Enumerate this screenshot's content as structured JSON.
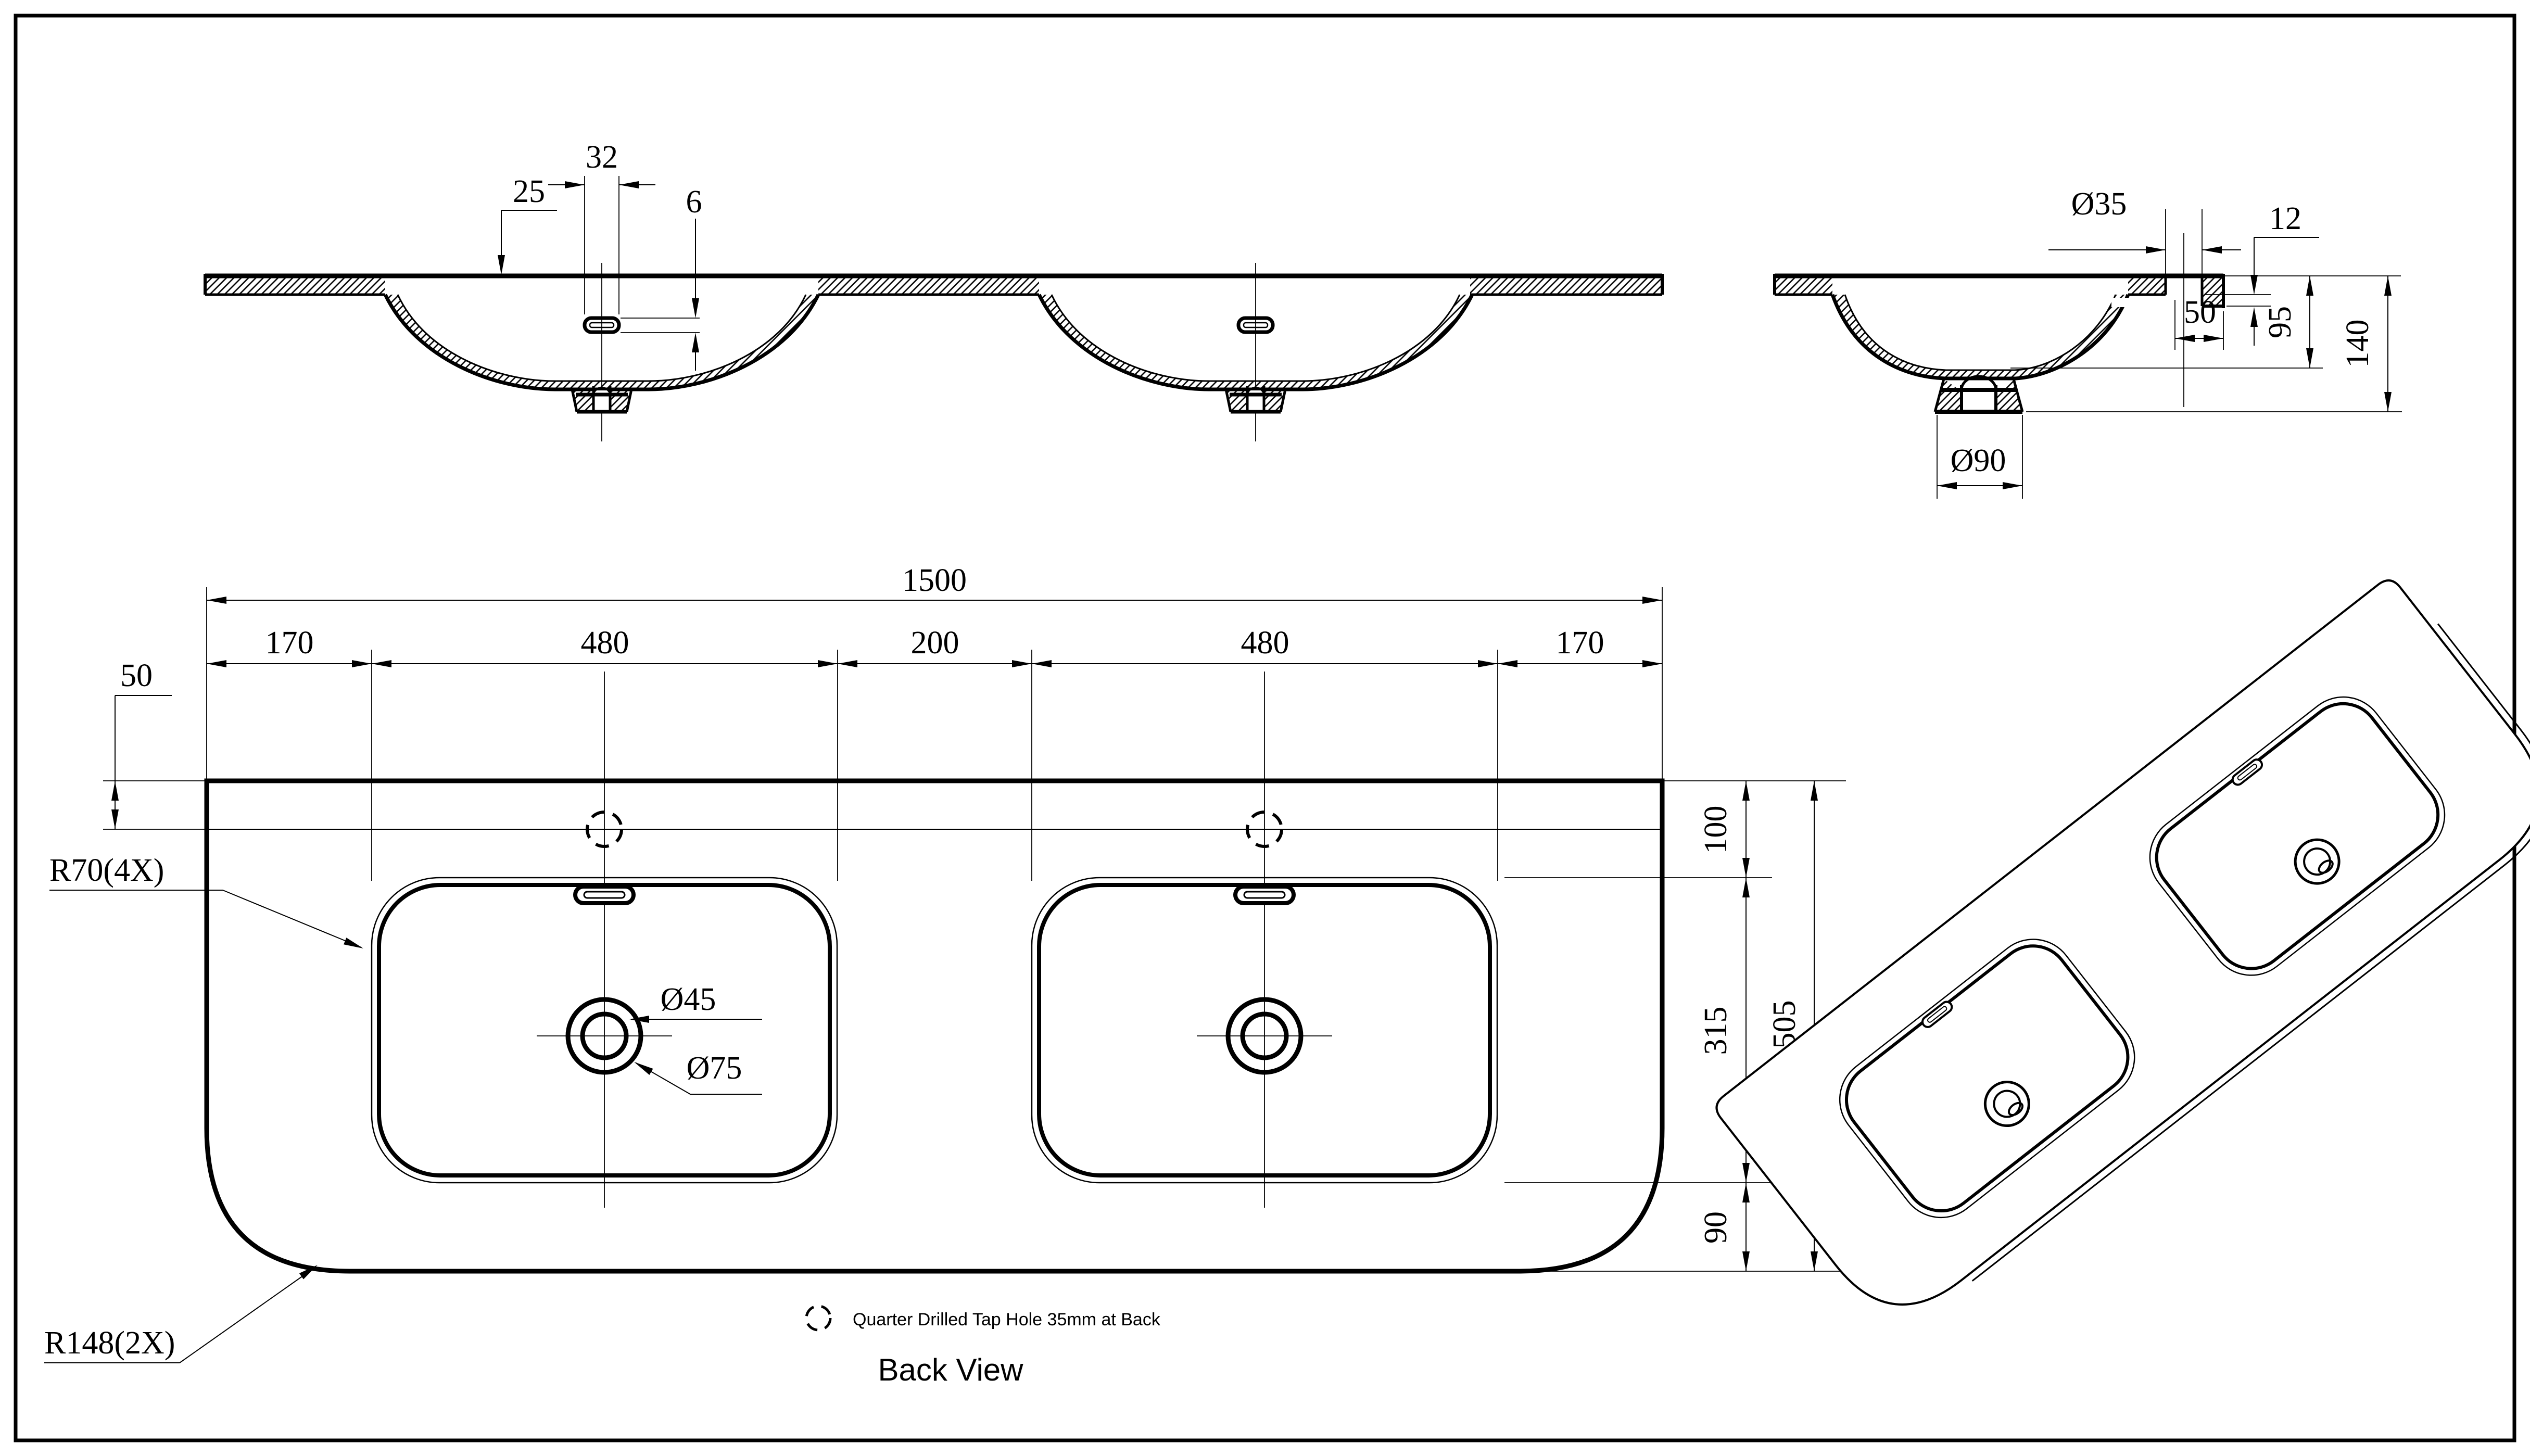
{
  "drawing": {
    "title": "Back View",
    "note_text": "Quarter Drilled Tap Hole 35mm at Back",
    "note_icon": "quarter-tap-hole-icon",
    "colors": {
      "line": "#000000",
      "background": "#ffffff"
    }
  },
  "front_view": {
    "dims": {
      "overflow_slot_width": "32",
      "tap_hole_offset": "25",
      "overflow_slot_height": "6"
    }
  },
  "side_view": {
    "dims": {
      "tap_hole_dia": "Ø35",
      "ledge_depth": "12",
      "ledge_width": "50",
      "bowl_depth": "95",
      "overall_depth": "140",
      "drain_dia": "Ø90"
    }
  },
  "back_view": {
    "dims": {
      "overall_width": "1500",
      "tap_center_offset": "50",
      "left_margin": "170",
      "basin_left_width": "480",
      "basin_gap": "200",
      "basin_right_width": "480",
      "right_margin": "170",
      "basin_corner_radius": "R70(4X)",
      "drain_inner_dia": "Ø45",
      "drain_outer_dia": "Ø75",
      "back_to_basin": "100",
      "basin_depth": "315",
      "overall_depth_505": "505",
      "basin_to_front": "90",
      "outer_corner_radius": "R148(2X)"
    }
  }
}
